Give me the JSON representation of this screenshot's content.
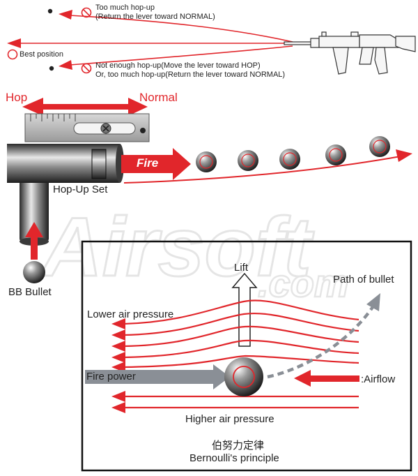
{
  "colors": {
    "accent_red": "#e1262b",
    "dark": "#222222",
    "gray_arrow": "#8a8f96"
  },
  "trajectory": {
    "too_much_line1": "Too much hop-up",
    "too_much_line2": "(Return the lever toward NORMAL)",
    "best": "Best position",
    "not_enough_line1": "Not enough hop-up(Move the lever toward HOP)",
    "not_enough_line2": "Or, too much hop-up(Return the lever toward NORMAL)"
  },
  "lever": {
    "hop": "Hop",
    "normal": "Normal"
  },
  "hopup": {
    "fire": "Fire",
    "set": "Hop-Up Set",
    "bb": "BB Bullet"
  },
  "watermark": "Airsoft .com",
  "bernoulli": {
    "lift": "Lift",
    "path": "Path of bullet",
    "lower": "Lower air pressure",
    "fire_power": "Fire power",
    "airflow": ":Airflow",
    "higher": "Higher air pressure",
    "title_cn": "伯努力定律",
    "title_en": "Bernoulli's principle"
  }
}
